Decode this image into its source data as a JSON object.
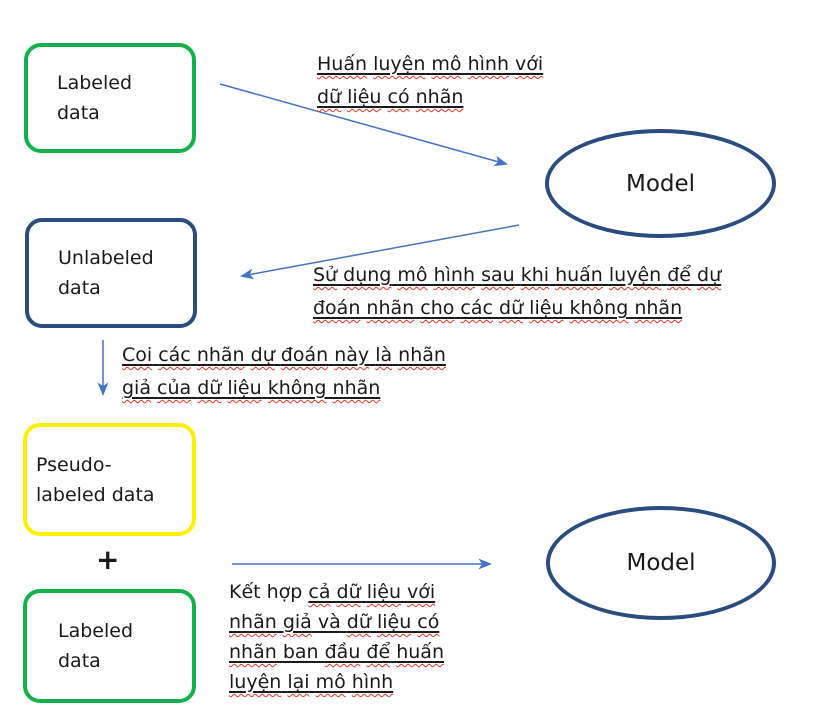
{
  "diagram": {
    "colors": {
      "green": "#12b14c",
      "navy": "#2b4c7e",
      "yellow": "#fff000",
      "arrow": "#4472c4",
      "squiggle": "#e0392b",
      "text": "#1a1a1a"
    },
    "boxes": [
      {
        "id": "labeled-data-top",
        "label_lines": [
          "Labeled",
          "data"
        ]
      },
      {
        "id": "unlabeled-data",
        "label_lines": [
          "Unlabeled",
          "data"
        ]
      },
      {
        "id": "pseudo-labeled-data",
        "label_lines": [
          "Pseudo-",
          "labeled data"
        ]
      },
      {
        "id": "labeled-data-bottom",
        "label_lines": [
          "Labeled",
          "data"
        ]
      }
    ],
    "ellipses": [
      {
        "id": "model-top",
        "label": "Model"
      },
      {
        "id": "model-bottom",
        "label": "Model"
      }
    ],
    "plus_sign": "+",
    "annotations": {
      "train": {
        "text": "Huấn luyện mô hình với dữ liệu có nhãn",
        "lines": [
          [
            [
              "w",
              "Huấn"
            ],
            [
              "u",
              " "
            ],
            [
              "w",
              "luyện"
            ],
            [
              "u",
              " "
            ],
            [
              "w",
              "mô"
            ],
            [
              "u",
              " "
            ],
            [
              "w",
              "hình"
            ],
            [
              "u",
              " "
            ],
            [
              "w",
              "với"
            ]
          ],
          [
            [
              "w",
              "dữ"
            ],
            [
              "u",
              " "
            ],
            [
              "w",
              "liệu"
            ],
            [
              "u",
              " "
            ],
            [
              "w",
              "có"
            ],
            [
              "u",
              " "
            ],
            [
              "w",
              "nhãn"
            ]
          ]
        ]
      },
      "predict": {
        "text": "Sử dụng mô hình sau khi huấn luyện để dự đoán nhãn cho các dữ liệu không nhãn",
        "lines": [
          [
            [
              "w",
              "Sử"
            ],
            [
              "u",
              " "
            ],
            [
              "w",
              "dụng"
            ],
            [
              "u",
              " "
            ],
            [
              "w",
              "mô"
            ],
            [
              "u",
              " "
            ],
            [
              "w",
              "hình"
            ],
            [
              "u",
              " "
            ],
            [
              "w",
              "sau"
            ],
            [
              "u",
              " "
            ],
            [
              "w",
              "khi"
            ],
            [
              "u",
              " "
            ],
            [
              "w",
              "huấn"
            ],
            [
              "u",
              " "
            ],
            [
              "w",
              "luyện"
            ],
            [
              "u",
              " "
            ],
            [
              "w",
              "để"
            ],
            [
              "u",
              " "
            ],
            [
              "w",
              "dự"
            ]
          ],
          [
            [
              "w",
              "đoán"
            ],
            [
              "u",
              " "
            ],
            [
              "w",
              "nhãn"
            ],
            [
              "u",
              " "
            ],
            [
              "w",
              "cho"
            ],
            [
              "u",
              " "
            ],
            [
              "w",
              "các"
            ],
            [
              "u",
              " "
            ],
            [
              "w",
              "dữ"
            ],
            [
              "u",
              " "
            ],
            [
              "w",
              "liệu"
            ],
            [
              "u",
              " "
            ],
            [
              "w",
              "không"
            ],
            [
              "u",
              " "
            ],
            [
              "w",
              "nhãn"
            ]
          ]
        ]
      },
      "pseudo_label": {
        "text": "Coi các nhãn dự đoán này là nhãn giả của dữ liệu không nhãn",
        "lines": [
          [
            [
              "w",
              "Coi"
            ],
            [
              "u",
              " "
            ],
            [
              "w",
              "các"
            ],
            [
              "u",
              " "
            ],
            [
              "w",
              "nhãn"
            ],
            [
              "u",
              " "
            ],
            [
              "w",
              "dự"
            ],
            [
              "u",
              " "
            ],
            [
              "w",
              "đoán"
            ],
            [
              "u",
              " "
            ],
            [
              "w",
              "này"
            ],
            [
              "u",
              " "
            ],
            [
              "w",
              "là"
            ],
            [
              "u",
              " "
            ],
            [
              "w",
              "nhãn"
            ]
          ],
          [
            [
              "w",
              "giả"
            ],
            [
              "u",
              " "
            ],
            [
              "w",
              "của"
            ],
            [
              "u",
              " "
            ],
            [
              "w",
              "dữ"
            ],
            [
              "u",
              " "
            ],
            [
              "w",
              "liệu"
            ],
            [
              "u",
              " "
            ],
            [
              "w",
              "không"
            ],
            [
              "u",
              " "
            ],
            [
              "w",
              "nhãn"
            ]
          ]
        ]
      },
      "retrain": {
        "text": "Kết hợp cả dữ liệu với nhãn giả và dữ liệu có nhãn ban đầu để huấn luyện lại mô hình",
        "lines": [
          [
            [
              "p",
              "Kết hợp "
            ],
            [
              "w",
              "cả"
            ],
            [
              "u",
              " "
            ],
            [
              "w",
              "dữ"
            ],
            [
              "u",
              " "
            ],
            [
              "w",
              "liệu"
            ],
            [
              "u",
              " "
            ],
            [
              "w",
              "với"
            ]
          ],
          [
            [
              "w",
              "nhãn"
            ],
            [
              "u",
              " "
            ],
            [
              "w",
              "giả"
            ],
            [
              "u",
              " "
            ],
            [
              "u",
              "và"
            ],
            [
              "u",
              " "
            ],
            [
              "w",
              "dữ"
            ],
            [
              "u",
              " "
            ],
            [
              "w",
              "liệu"
            ],
            [
              "u",
              " "
            ],
            [
              "w",
              "có"
            ]
          ],
          [
            [
              "w",
              "nhãn"
            ],
            [
              "u",
              " "
            ],
            [
              "u",
              "ban"
            ],
            [
              "u",
              " "
            ],
            [
              "w",
              "đầu"
            ],
            [
              "u",
              " "
            ],
            [
              "w",
              "để"
            ],
            [
              "u",
              " "
            ],
            [
              "w",
              "huấn"
            ]
          ],
          [
            [
              "w",
              "luyện"
            ],
            [
              "u",
              " "
            ],
            [
              "w",
              "lại"
            ],
            [
              "u",
              " "
            ],
            [
              "w",
              "mô"
            ],
            [
              "u",
              " "
            ],
            [
              "w",
              "hình"
            ]
          ]
        ]
      }
    }
  }
}
